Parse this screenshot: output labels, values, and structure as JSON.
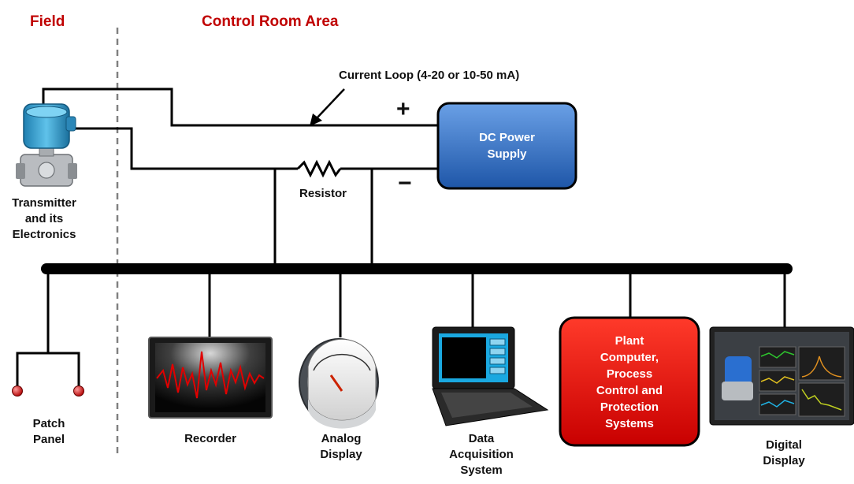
{
  "sections": {
    "field": "Field",
    "control_room": "Control Room Area"
  },
  "annotations": {
    "current_loop": "Current Loop (4-20 or 10-50 mA)",
    "plus": "+",
    "minus": "−"
  },
  "components": {
    "transmitter": {
      "line1": "Transmitter",
      "line2": "and its",
      "line3": "Electronics"
    },
    "power_supply": {
      "line1": "DC Power",
      "line2": "Supply"
    },
    "resistor": "Resistor",
    "patch_panel": {
      "line1": "Patch",
      "line2": "Panel"
    },
    "recorder": "Recorder",
    "analog_display": {
      "line1": "Analog",
      "line2": "Display"
    },
    "data_acquisition": {
      "line1": "Data",
      "line2": "Acquisition",
      "line3": "System"
    },
    "plant_computer": {
      "line1": "Plant",
      "line2": "Computer,",
      "line3": "Process",
      "line4": "Control and",
      "line5": "Protection",
      "line6": "Systems"
    },
    "digital_display": {
      "line1": "Digital",
      "line2": "Display"
    }
  },
  "colors": {
    "section_title": "#c00000",
    "power_supply": "#2f6fc0",
    "plant_computer": "#e00000",
    "wire": "#000000"
  }
}
